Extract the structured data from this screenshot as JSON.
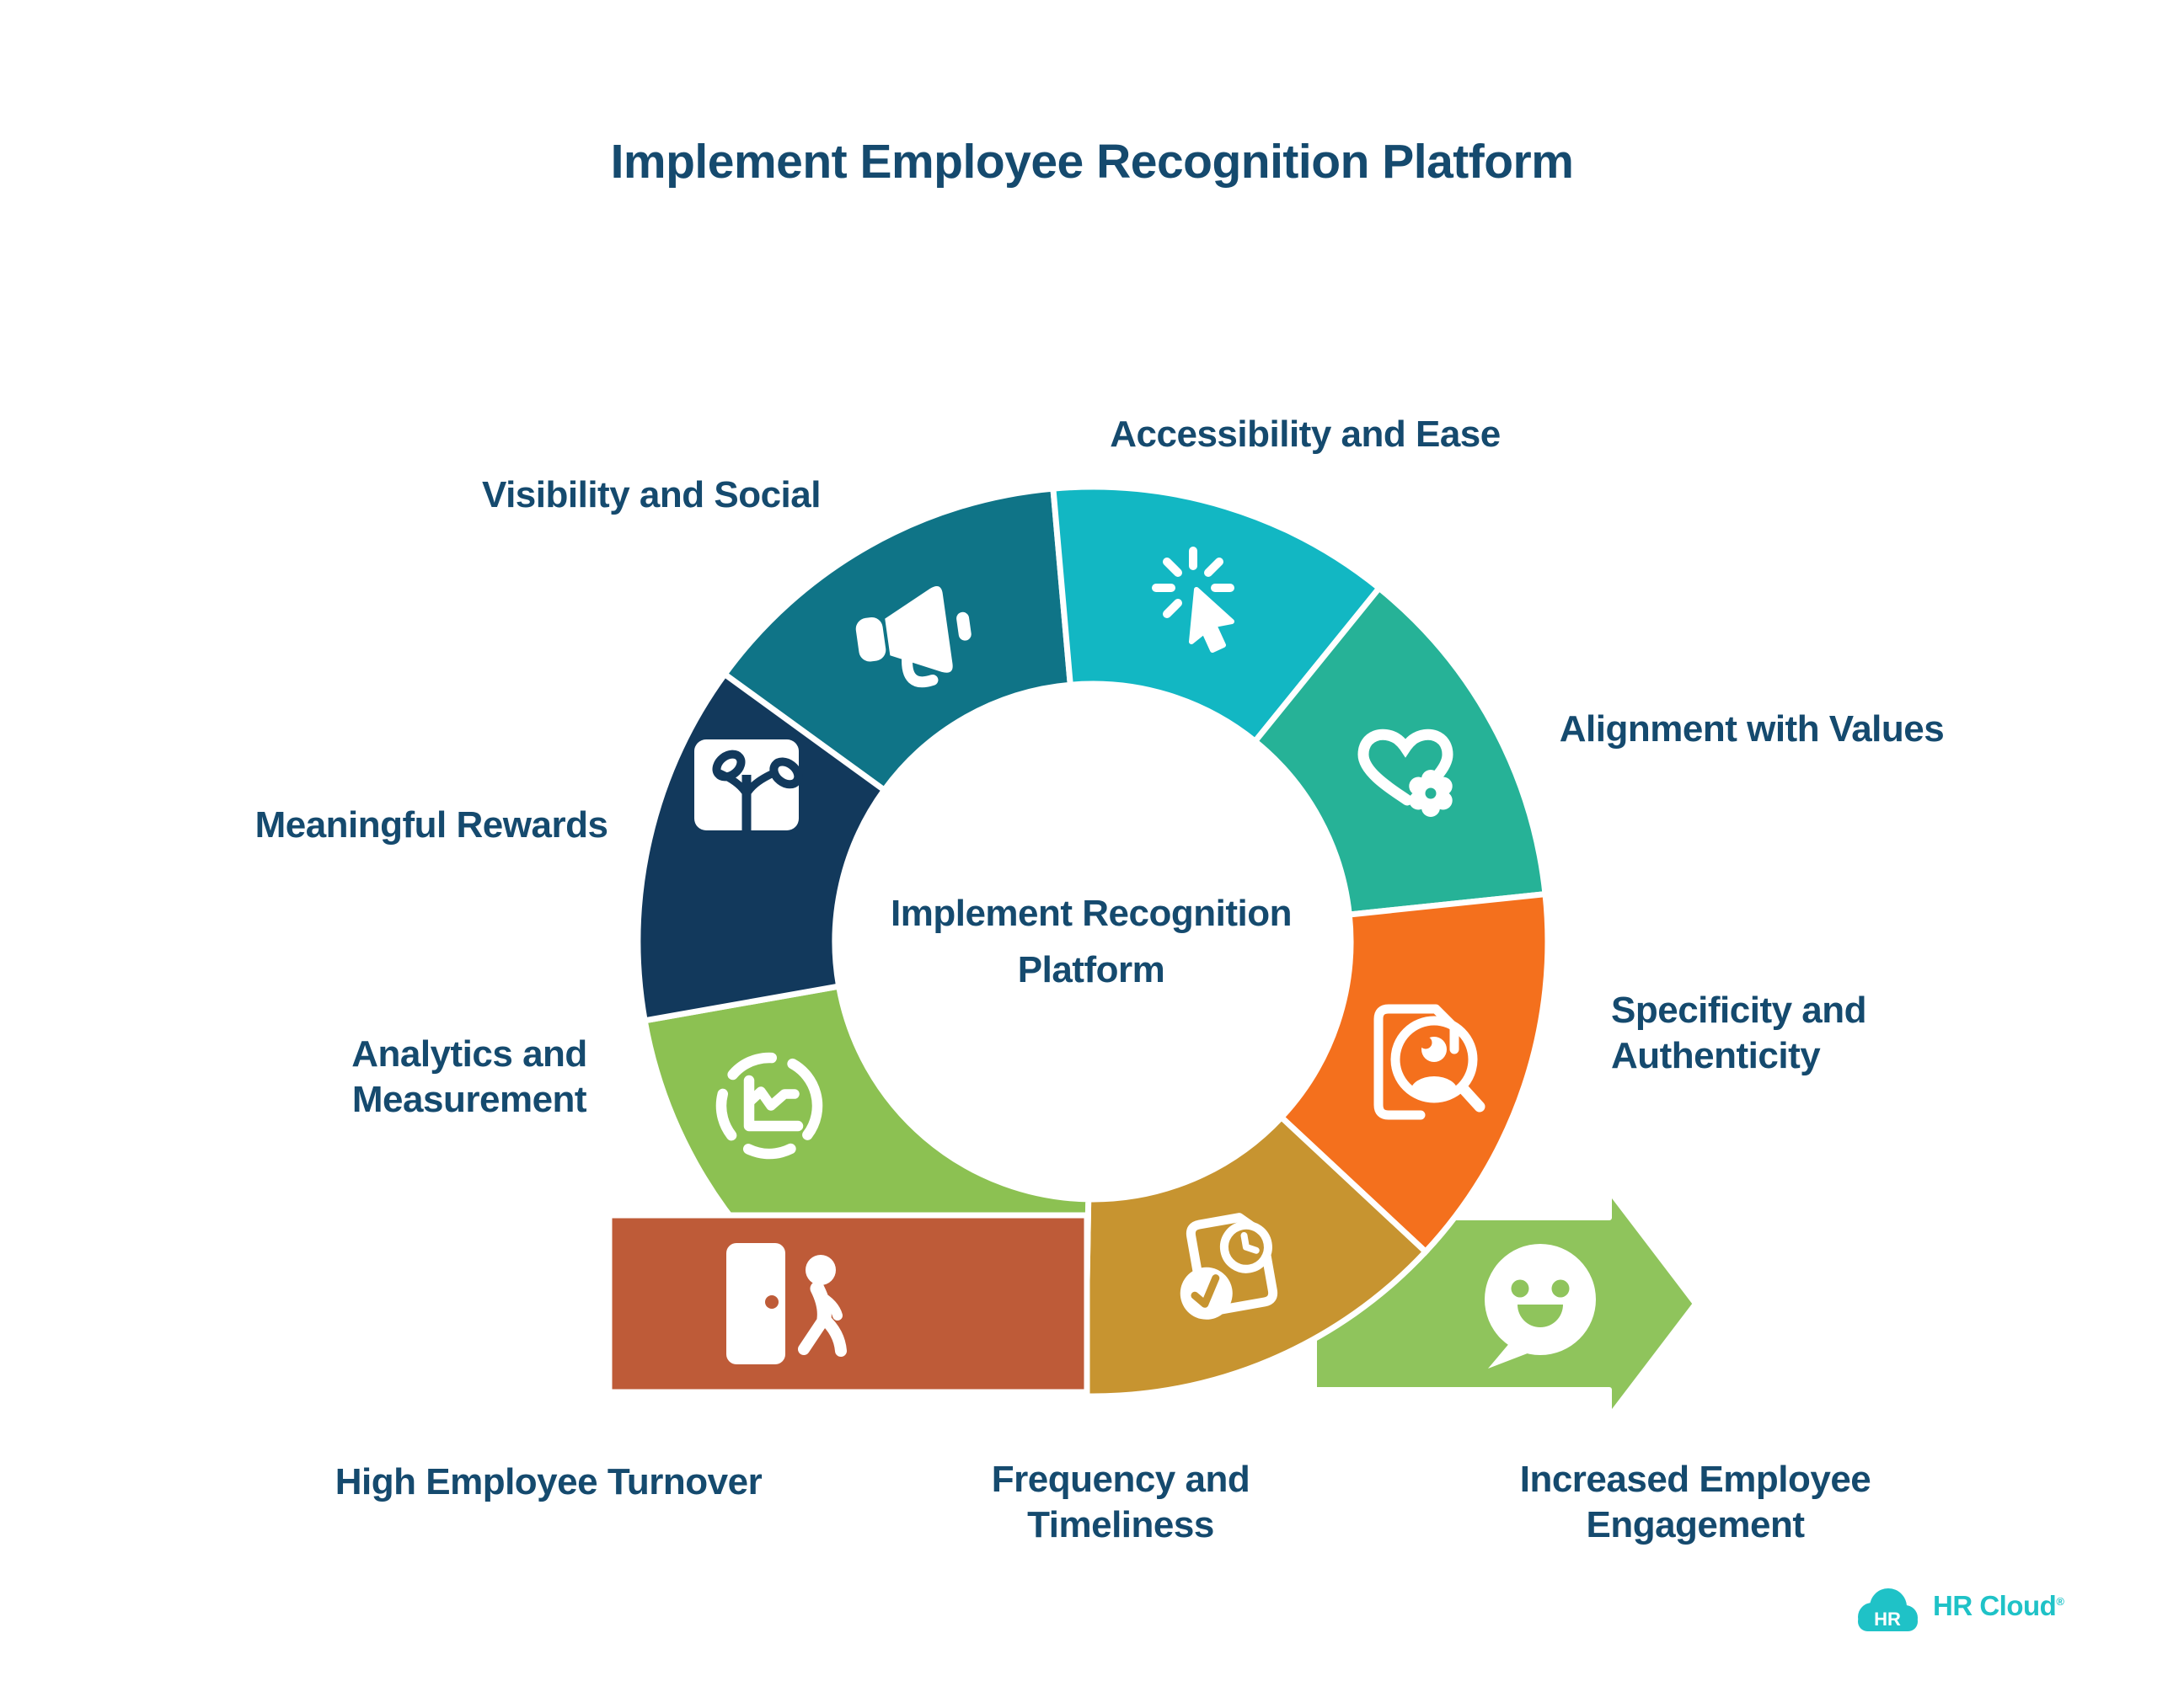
{
  "title": "Implement Employee Recognition Platform",
  "center": {
    "label": "Implement Recognition\nPlatform"
  },
  "segments": [
    {
      "id": "accessibility",
      "label": "Accessibility and Ease",
      "color": "#12B7C3",
      "icon": "cursor-click-icon"
    },
    {
      "id": "alignment",
      "label": "Alignment with Values",
      "color": "#26B297",
      "icon": "heart-values-icon"
    },
    {
      "id": "specificity",
      "label": "Specificity and\nAuthenticity",
      "color": "#F4701D",
      "icon": "profile-magnifier-icon"
    },
    {
      "id": "frequency",
      "label": "Frequency and\nTimeliness",
      "color": "#C79430",
      "icon": "document-clock-icon"
    },
    {
      "id": "analytics",
      "label": "Analytics and\nMeasurement",
      "color": "#8CC152",
      "icon": "chart-dashed-circle-icon"
    },
    {
      "id": "rewards",
      "label": "Meaningful Rewards",
      "color": "#12395C",
      "icon": "gift-icon"
    },
    {
      "id": "visibility",
      "label": "Visibility and Social",
      "color": "#0F7487",
      "icon": "megaphone-icon"
    }
  ],
  "problem": {
    "label": "High Employee Turnover",
    "color": "#BE5B38",
    "icon": "employee-exit-icon"
  },
  "outcome": {
    "label": "Increased Employee\nEngagement",
    "color": "#8FC45C",
    "icon": "smiley-chat-icon"
  },
  "logo": {
    "badge": "HR",
    "text": "HR Cloud",
    "reg": "®",
    "color": "#1FC2C7"
  }
}
